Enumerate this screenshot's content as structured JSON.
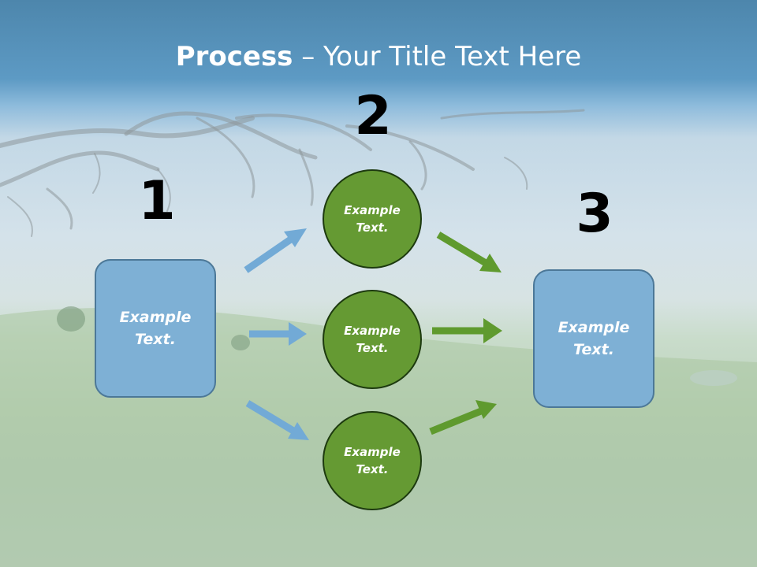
{
  "slide": {
    "title_bold": "Process",
    "title_rest": " – Your Title Text Here"
  },
  "steps": [
    {
      "number": "1",
      "text": "Example Text."
    },
    {
      "number": "2",
      "text": "Example Text."
    },
    {
      "number": "3",
      "text": "Example Text."
    }
  ],
  "circles": [
    {
      "text": "Example Text."
    },
    {
      "text": "Example Text."
    },
    {
      "text": "Example Text."
    }
  ],
  "colors": {
    "box_fill": "#7eb0d5",
    "circle_fill": "#659a33",
    "blue_arrow": "#72aad6",
    "green_arrow": "#5f9a2e"
  }
}
